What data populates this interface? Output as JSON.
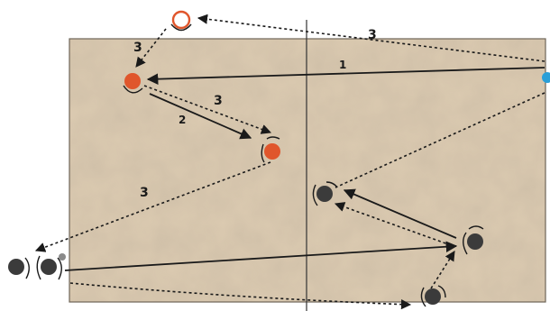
{
  "labels": {
    "step_1": "1",
    "step_2": "2",
    "step_3": "3"
  },
  "colors": {
    "court": "#dccbb1",
    "court_border": "#6e6458",
    "orange_player": "#e0562c",
    "dark_player": "#3b3b3b",
    "ball": "#2a9fd8",
    "line": "#1a1a1a"
  }
}
